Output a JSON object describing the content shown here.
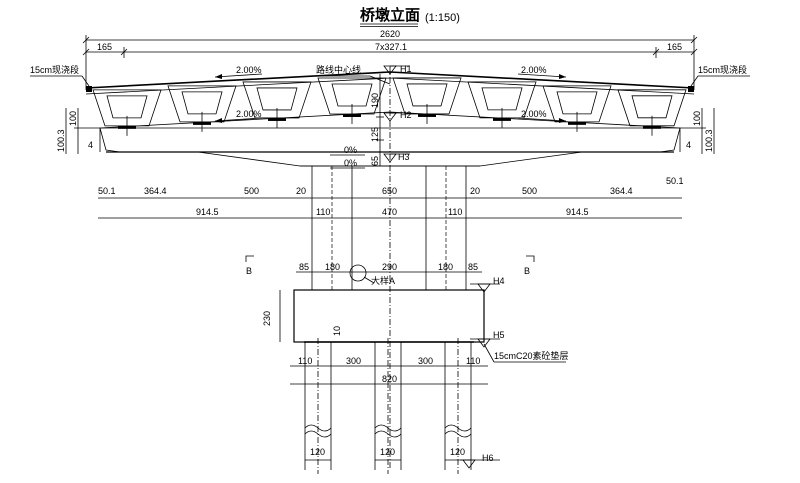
{
  "title": "桥墩立面",
  "scale": "(1:150)",
  "labels": {
    "wet_joint_left": "15cm现浇段",
    "wet_joint_right": "15cm现浇段",
    "road_center": "路线中心线",
    "detail": "大样A",
    "cushion": "15cmC20素砼垫层",
    "section_left": "B",
    "section_right": "B"
  },
  "elevations": [
    "H1",
    "H2",
    "H3",
    "H4",
    "H5",
    "H6"
  ],
  "slopes": [
    "2.00%",
    "2.00%",
    "2.00%",
    "2.00%",
    "0%",
    "0%"
  ],
  "dims": {
    "top_total": "2620",
    "top_left": "165",
    "top_mid": "7x327.1",
    "top_right": "165",
    "side_left_1": "100",
    "side_left_2": "100.3",
    "side_left_3": "4",
    "side_right_1": "100",
    "side_right_2": "100.3",
    "side_right_3": "4",
    "center_190": "190",
    "center_125": "125",
    "center_65": "65",
    "row1": [
      "50.1",
      "364.4",
      "500",
      "20",
      "650",
      "20",
      "500",
      "364.4",
      "50.1"
    ],
    "row2": [
      "914.5",
      "110",
      "470",
      "110",
      "914.5"
    ],
    "row3": [
      "85",
      "180",
      "290",
      "180",
      "85"
    ],
    "cap_height": "230",
    "cap_small": "10",
    "row4": [
      "110",
      "300",
      "300",
      "110"
    ],
    "row5": "820",
    "piles": [
      "120",
      "120",
      "120"
    ]
  }
}
